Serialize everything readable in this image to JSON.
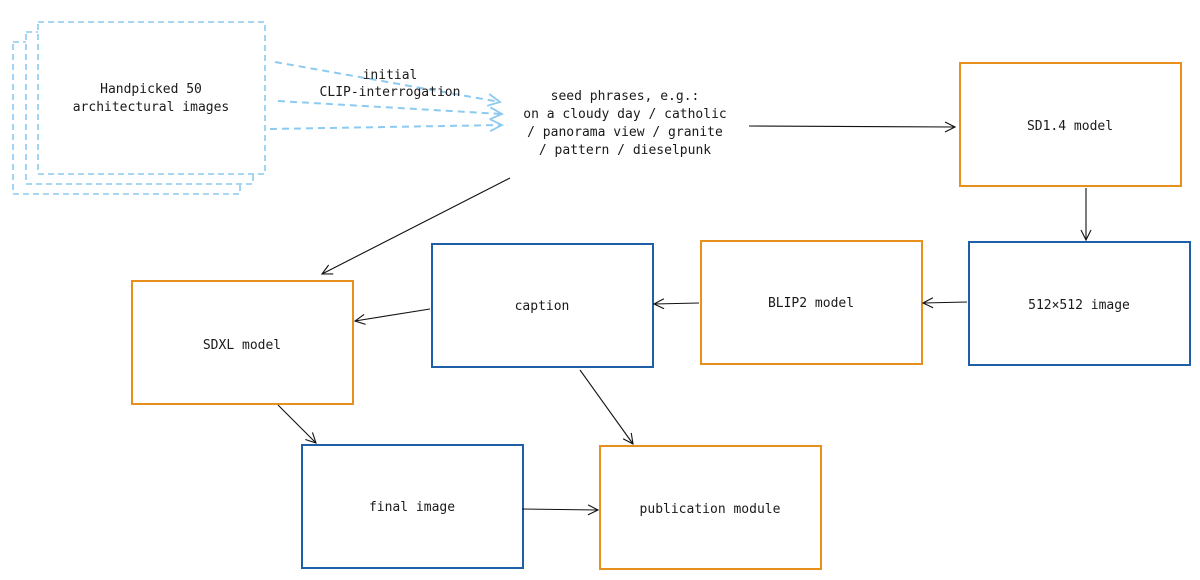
{
  "nodes": {
    "handpicked": {
      "line1": "Handpicked 50",
      "line2": "architectural images"
    },
    "clip_label": {
      "line1": "initial",
      "line2": "CLIP-interrogation"
    },
    "seed": {
      "line1": "seed phrases, e.g.:",
      "line2": "on a cloudy day / catholic",
      "line3": "/ panorama view / granite",
      "line4": "/ pattern / dieselpunk"
    },
    "sd14": {
      "label": "SD1.4 model"
    },
    "img512": {
      "label": "512×512 image"
    },
    "blip2": {
      "label": "BLIP2 model"
    },
    "caption": {
      "label": "caption"
    },
    "sdxl": {
      "label": "SDXL model"
    },
    "final": {
      "label": "final image"
    },
    "publication": {
      "label": "publication module"
    }
  },
  "colors": {
    "model_border": "#e8901e",
    "artifact_border": "#1f5fa8",
    "input_dashed": "#8ccaf0",
    "arrow": "#111111"
  }
}
